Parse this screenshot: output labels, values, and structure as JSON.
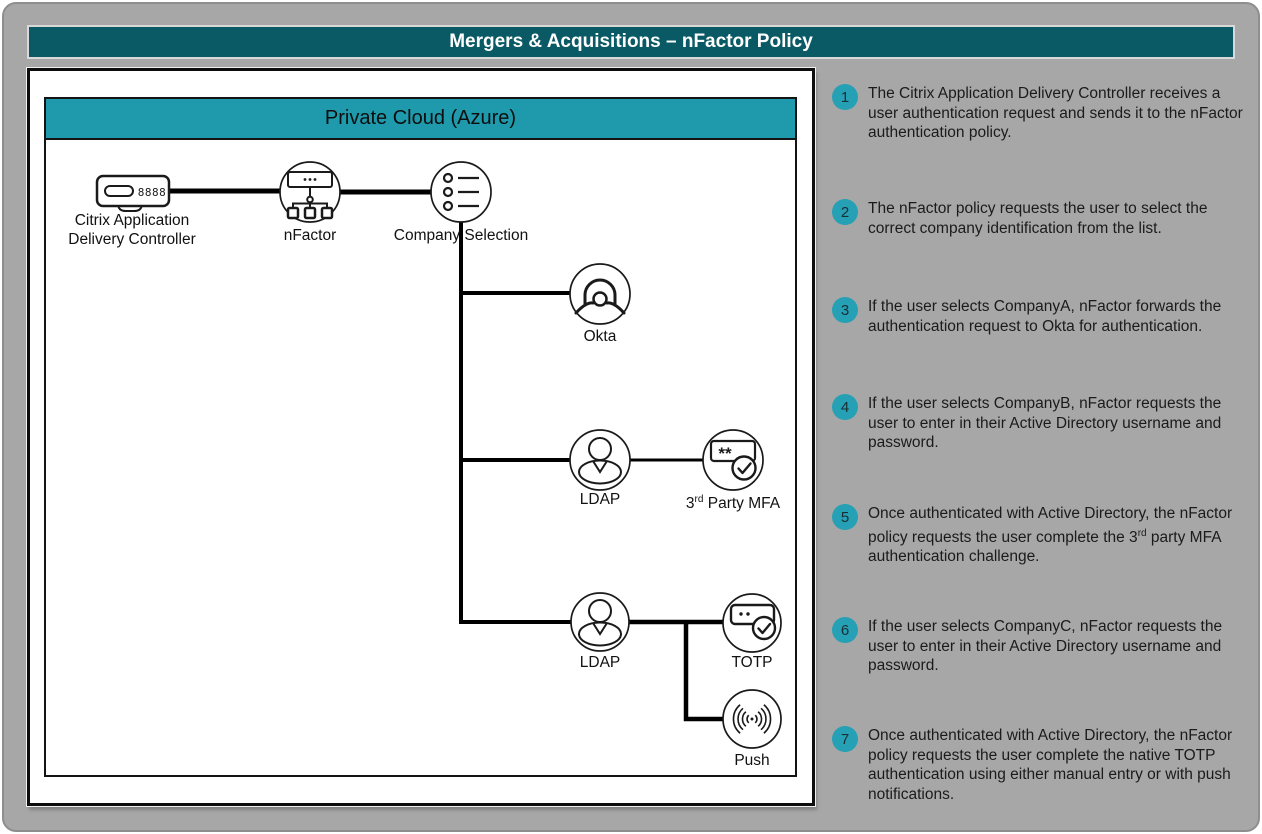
{
  "header": {
    "title": "Mergers & Acquisitions – nFactor Policy"
  },
  "cloud": {
    "label": "Private Cloud (Azure)"
  },
  "nodes": {
    "adc": {
      "label": "Citrix Application Delivery Controller",
      "display": "8888"
    },
    "nfactor": {
      "label": "nFactor"
    },
    "company": {
      "label": "Company Selection"
    },
    "okta": {
      "label": "Okta"
    },
    "ldap_b": {
      "label": "LDAP"
    },
    "mfa": {
      "label_parts": [
        "3",
        "rd",
        " Party MFA"
      ],
      "stars": "**"
    },
    "ldap_c": {
      "label": "LDAP"
    },
    "totp": {
      "label": "TOTP"
    },
    "push": {
      "label": "Push"
    }
  },
  "annotations": [
    {
      "number": "1",
      "segments": [
        {
          "text": "The Citrix Application Delivery Controller receives a user authentication request and sends it to the nFactor authentication policy."
        }
      ]
    },
    {
      "number": "2",
      "segments": [
        {
          "text": "The nFactor policy requests the user to select the correct company identification from the list."
        }
      ]
    },
    {
      "number": "3",
      "segments": [
        {
          "text": "If the user selects CompanyA, nFactor forwards the authentication request to Okta for authentication."
        }
      ]
    },
    {
      "number": "4",
      "segments": [
        {
          "text": "If the user selects CompanyB, nFactor requests the user to enter in their Active Directory username and password."
        }
      ]
    },
    {
      "number": "5",
      "segments": [
        {
          "text": "Once authenticated with Active Directory, the nFactor policy requests the user complete the 3"
        },
        {
          "text": "rd",
          "sup": true
        },
        {
          "text": " party MFA authentication challenge."
        }
      ]
    },
    {
      "number": "6",
      "segments": [
        {
          "text": "If the user selects CompanyC, nFactor requests the user to enter in their Active Directory username and password."
        }
      ]
    },
    {
      "number": "7",
      "segments": [
        {
          "text": "Once authenticated with Active Directory, the nFactor policy requests the user complete the native TOTP authentication using either manual entry or with push notifications."
        }
      ]
    }
  ],
  "colors": {
    "background_gray": "#A7A7A7",
    "header_teal": "#0A5A66",
    "cloud_teal": "#1F9AAD",
    "badge_teal": "#25A0B4",
    "line_black": "#000000"
  }
}
